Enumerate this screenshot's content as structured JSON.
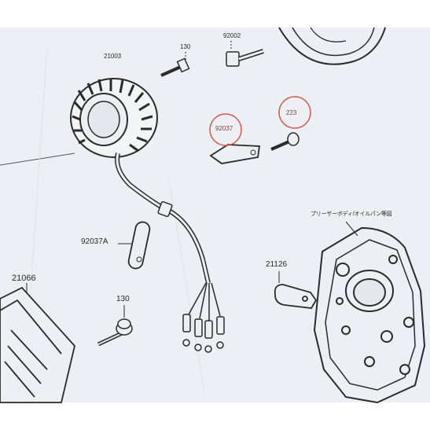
{
  "diagram": {
    "labels": {
      "stator": "21003",
      "bolt_top": "130",
      "bolt_flange": "92002",
      "plate": "92037",
      "screw": "223",
      "clamp_a": "92037A",
      "regulator": "21066",
      "bolt_lower": "130",
      "clamp_b": "21126",
      "cover_note": "プリーザーボディ/オイルパン等図"
    },
    "colors": {
      "paper": "#eceff3",
      "ink": "#2b2b2b",
      "highlight": "#d9534f"
    }
  }
}
